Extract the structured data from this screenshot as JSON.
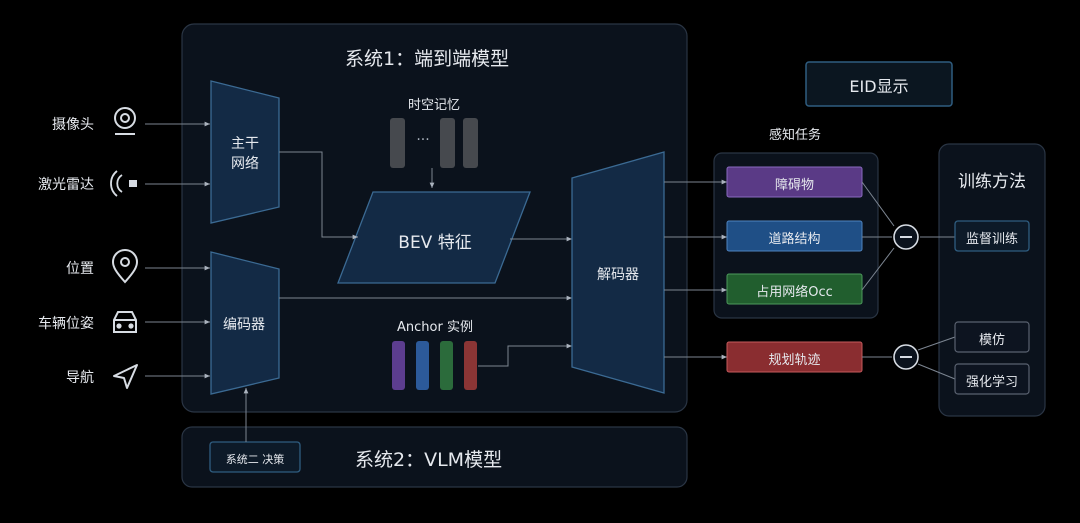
{
  "system1": {
    "title": "系统1：端到端模型"
  },
  "system2": {
    "title": "系统2：VLM模型",
    "decision_label": "系统二 决策"
  },
  "inputs": {
    "camera": "摄像头",
    "lidar": "激光雷达",
    "position": "位置",
    "vehicle_pose": "车辆位姿",
    "navigation": "导航"
  },
  "backbone": {
    "line1": "主干",
    "line2": "网络"
  },
  "encoder": {
    "label": "编码器"
  },
  "memory": {
    "title": "时空记忆",
    "ellipsis": "···"
  },
  "bev": {
    "label": "BEV 特征"
  },
  "anchor": {
    "title": "Anchor 实例"
  },
  "decoder": {
    "label": "解码器"
  },
  "eid": {
    "label": "EID显示"
  },
  "perception": {
    "title": "感知任务",
    "obstacle": "障碍物",
    "road": "道路结构",
    "occupancy": "占用网络Occ"
  },
  "planning": {
    "label": "规划轨迹"
  },
  "training": {
    "title": "训练方法",
    "supervised": "监督训练",
    "imitation": "模仿",
    "rl": "强化学习"
  },
  "colors": {
    "background": "#000000",
    "panel": "#0b121c",
    "panel_border": "#2a3544",
    "block_fill": "#132a45",
    "block_stroke": "#3b6a93",
    "obstacle": "#5a3a86",
    "road": "#1f4f86",
    "occupancy": "#215e2e",
    "planning": "#8a2d30",
    "anchor_purple": "#5c3d8f",
    "anchor_blue": "#2c5a9a",
    "anchor_green": "#2b6b3b",
    "anchor_red": "#8b3535"
  },
  "icons": [
    "camera-icon",
    "lidar-icon",
    "location-pin-icon",
    "car-icon",
    "navigation-arrow-icon",
    "minus-circle-icon"
  ]
}
